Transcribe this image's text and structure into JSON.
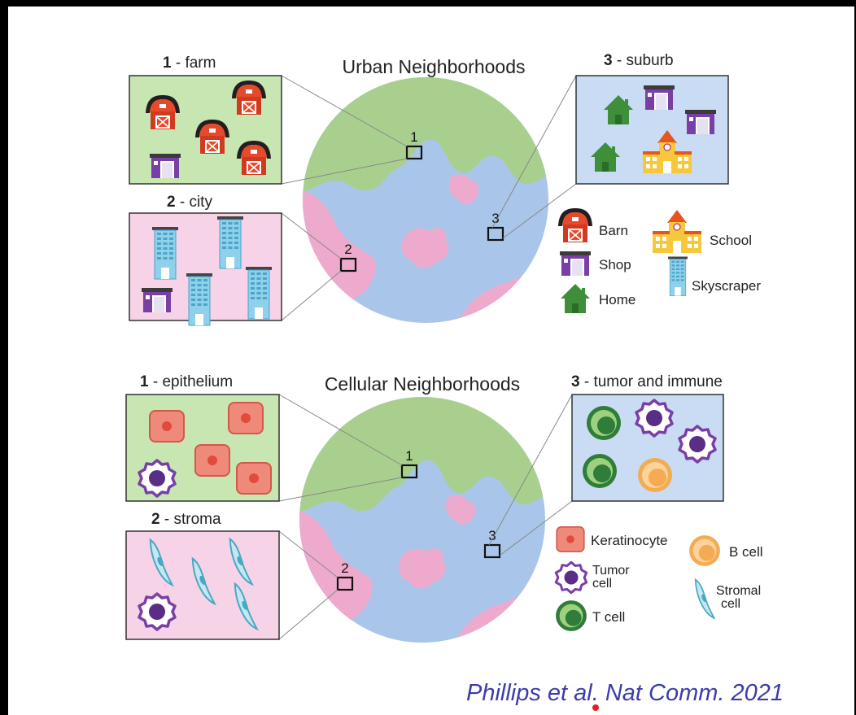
{
  "urban": {
    "title": "Urban Neighborhoods",
    "panels": [
      {
        "num": "1",
        "label": " - farm"
      },
      {
        "num": "2",
        "label": " - city"
      },
      {
        "num": "3",
        "label": " - suburb"
      }
    ],
    "markers": [
      "1",
      "2",
      "3"
    ],
    "legend": {
      "barn": "Barn",
      "shop": "Shop",
      "home": "Home",
      "school": "School",
      "skyscraper": "Skyscraper"
    }
  },
  "cellular": {
    "title": "Cellular Neighborhoods",
    "panels": [
      {
        "num": "1",
        "label": " - epithelium"
      },
      {
        "num": "2",
        "label": " - stroma"
      },
      {
        "num": "3",
        "label": " - tumor and immune"
      }
    ],
    "markers": [
      "1",
      "2",
      "3"
    ],
    "legend": {
      "keratinocyte": "Keratinocyte",
      "tumor_line1": "Tumor",
      "tumor_line2": "cell",
      "tcell": "T cell",
      "bcell": "B cell",
      "stromal_line1": "Stromal",
      "stromal_line2": "cell"
    }
  },
  "citation": "Phillips et al. Nat Comm. 2021",
  "colors": {
    "green_region": "#a9cf8f",
    "blue_region": "#a9c6ea",
    "pink_region": "#eeaacd",
    "farm_panel": "#c7e6b1",
    "city_panel": "#f7d3e8",
    "suburb_panel": "#c9dcf3",
    "citation": "#3b3ea8"
  },
  "icons": [
    "barn-icon",
    "shop-icon",
    "home-icon",
    "school-icon",
    "skyscraper-icon",
    "keratinocyte-icon",
    "tumor-cell-icon",
    "t-cell-icon",
    "b-cell-icon",
    "stromal-cell-icon"
  ]
}
